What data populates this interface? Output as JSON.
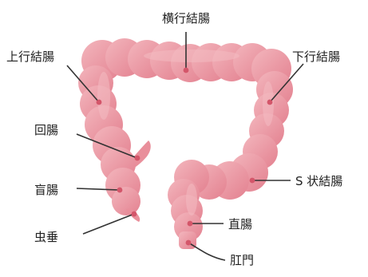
{
  "labels": {
    "transverse_colon": "横行結腸",
    "ascending_colon": "上行結腸",
    "descending_colon": "下行結腸",
    "ileum": "回腸",
    "cecum": "盲腸",
    "sigmoid_colon": "S 状結腸",
    "appendix": "虫垂",
    "rectum": "直腸",
    "anus": "肛門"
  },
  "colors": {
    "colon_fill": "#e98f9b",
    "colon_light": "#f2b2b9",
    "colon_dark": "#d9707f",
    "leader_line": "#333333",
    "leader_dot": "#d4566a"
  }
}
